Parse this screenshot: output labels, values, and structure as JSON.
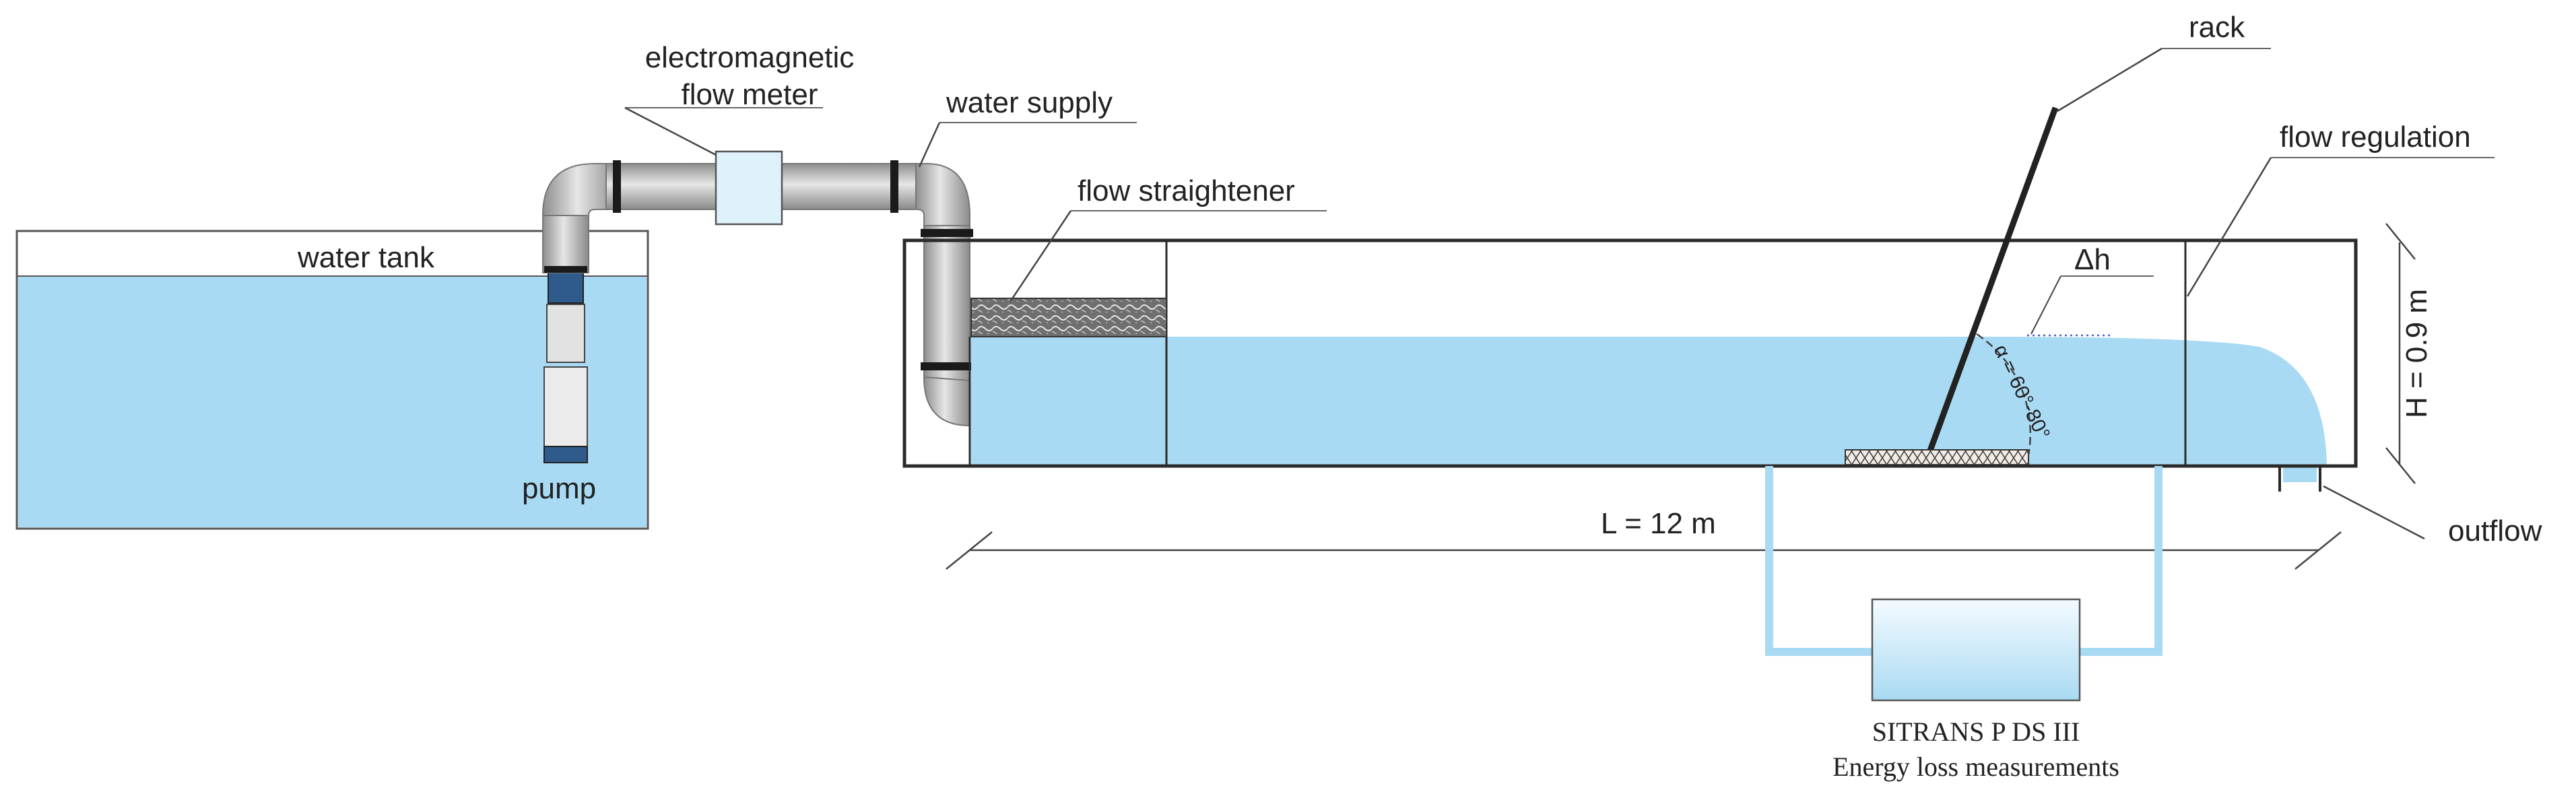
{
  "labels": {
    "water_tank": "water tank",
    "pump": "pump",
    "flow_meter_line1": "electromagnetic",
    "flow_meter_line2": "flow meter",
    "water_supply": "water supply",
    "flow_straightener": "flow straightener",
    "rack": "rack",
    "flow_regulation": "flow regulation",
    "delta_h": "Δh",
    "angle": "α = 60°-80°",
    "height": "H = 0.9 m",
    "length": "L = 12 m",
    "outflow": "outflow",
    "sitrans": "SITRANS P DS III",
    "energy_loss": "Energy loss measurements"
  },
  "colors": {
    "water": "#a9daf3",
    "outline": "#2a2a2a",
    "pipe": "#b4b4b4",
    "pump_cap": "#2f5a8c",
    "meter_fill": "#dff2fb",
    "pressure_line": "#a9daf3"
  }
}
